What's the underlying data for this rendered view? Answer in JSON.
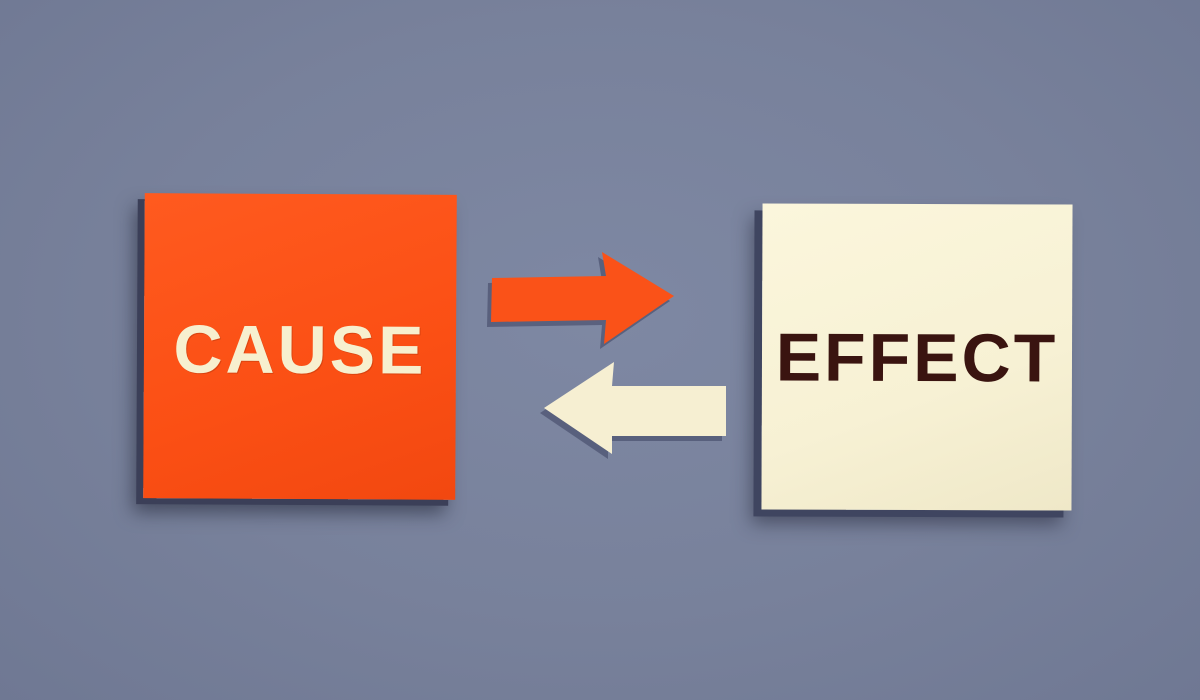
{
  "cards": {
    "cause": {
      "label": "CAUSE",
      "color": "#fb4f14",
      "text_color": "#f7f0cf"
    },
    "effect": {
      "label": "EFFECT",
      "color": "#f7f1d4",
      "text_color": "#3a1410"
    }
  },
  "arrows": {
    "forward": {
      "direction": "right",
      "color": "#fa5218"
    },
    "backward": {
      "direction": "left",
      "color": "#f6efd2"
    }
  },
  "background_color": "#78819b"
}
